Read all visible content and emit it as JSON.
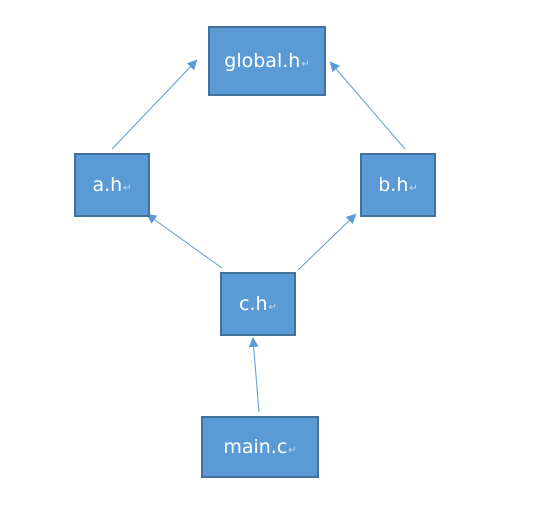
{
  "colors": {
    "node_fill": "#5b9bd5",
    "node_border": "#41719c",
    "node_text": "#ffffff",
    "arrow": "#5b9bd5"
  },
  "nodes": {
    "global": {
      "label": "global.h"
    },
    "a": {
      "label": "a.h"
    },
    "b": {
      "label": "b.h"
    },
    "c": {
      "label": "c.h"
    },
    "main": {
      "label": "main.c"
    }
  },
  "edges": [
    {
      "from": "a",
      "to": "global"
    },
    {
      "from": "b",
      "to": "global"
    },
    {
      "from": "c",
      "to": "a"
    },
    {
      "from": "c",
      "to": "b"
    },
    {
      "from": "main",
      "to": "c"
    }
  ]
}
